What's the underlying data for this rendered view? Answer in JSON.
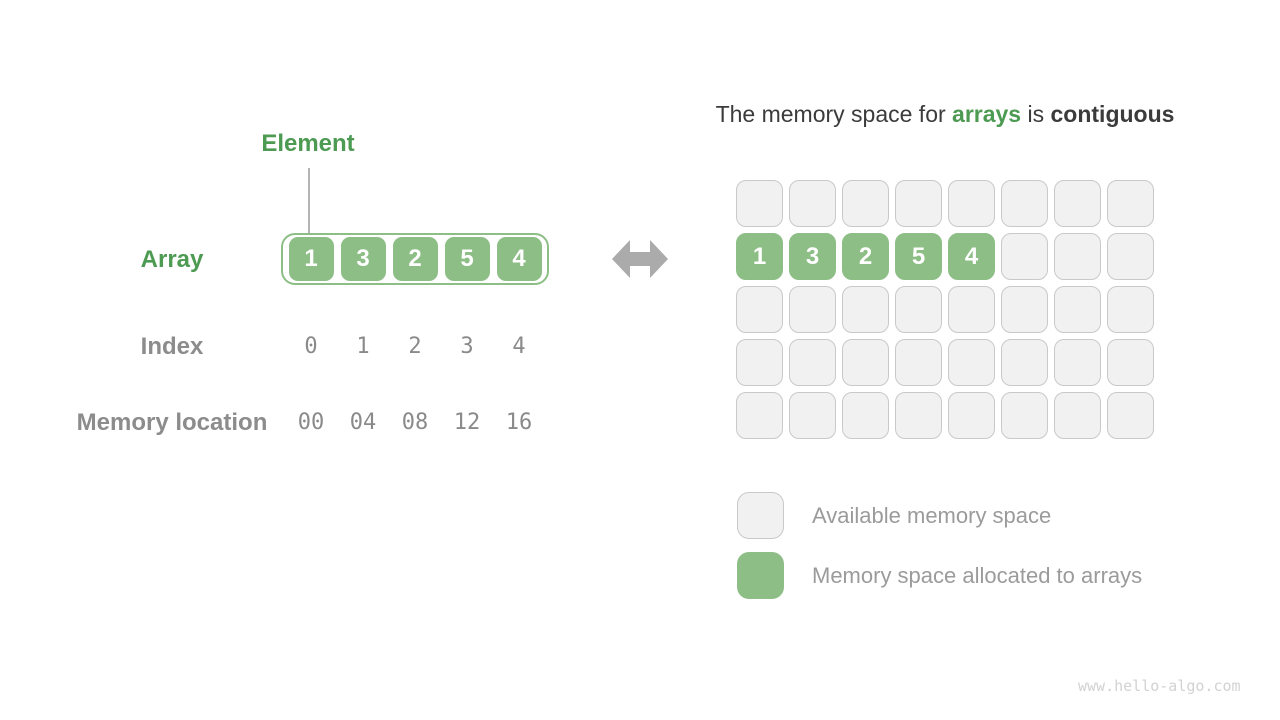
{
  "colors": {
    "green_fill": "#8DBE86",
    "green_text": "#4D9A52",
    "title_dark": "#3B3B3B",
    "label_gray": "#8C8C8C",
    "mono_value_gray": "#8A8A8A",
    "legend_text_gray": "#9B9B9B",
    "empty_cell_bg": "#F1F1F1",
    "empty_cell_border": "#C9C9C9",
    "arrow_gray": "#ABABAB",
    "connector_gray": "#B3B3B3",
    "watermark_gray": "#D2D2D2"
  },
  "left_panel": {
    "element_label": "Element",
    "array_label": "Array",
    "array_values": [
      "1",
      "3",
      "2",
      "5",
      "4"
    ],
    "index_label": "Index",
    "index_values": [
      "0",
      "1",
      "2",
      "3",
      "4"
    ],
    "memory_label": "Memory location",
    "memory_values": [
      "00",
      "04",
      "08",
      "12",
      "16"
    ]
  },
  "arrow": {
    "icon": "double-headed-arrow"
  },
  "right_panel": {
    "title": {
      "prefix": "The memory space for ",
      "highlight": "arrays",
      "middle": " is ",
      "emphasis": "contiguous"
    },
    "memory_grid": {
      "rows": 5,
      "cols": 8,
      "allocated_row_index": 1,
      "allocated_values": [
        "1",
        "3",
        "2",
        "5",
        "4"
      ]
    },
    "legend": [
      {
        "swatch": "available",
        "label": "Available memory space"
      },
      {
        "swatch": "allocated",
        "label": "Memory space allocated to arrays"
      }
    ]
  },
  "watermark": "www.hello-algo.com"
}
